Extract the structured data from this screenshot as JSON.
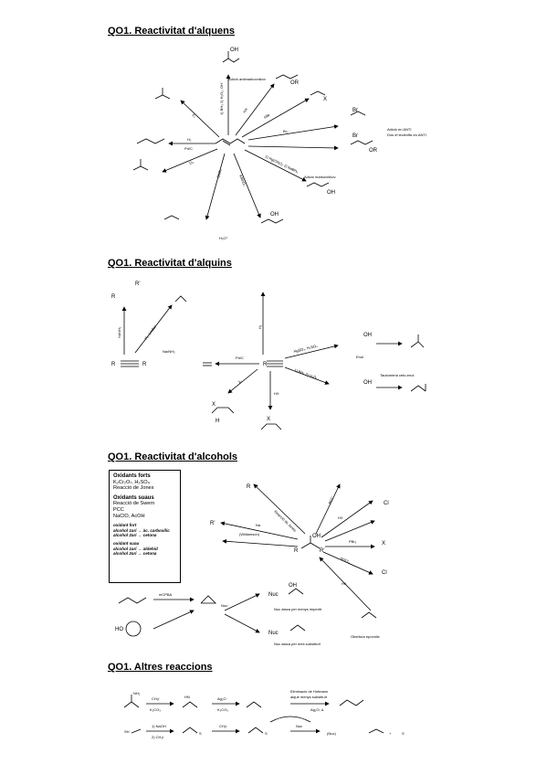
{
  "sections": [
    {
      "title": "QO1. Reactivitat d'alquens"
    },
    {
      "title": "QO1. Reactivitat d'alquins"
    },
    {
      "title": "QO1. Reactivitat d'alcohols"
    },
    {
      "title": "QO1. Altres reaccions"
    }
  ],
  "alkenes": {
    "top_reagent": "1) BH₃ 2) H₂O₂, OH⁻",
    "top_note": "Adició antimarkovnikov",
    "hx_label": "HX",
    "x2_label": "X₂",
    "hbr_label": "HBr",
    "br2_label": "Br₂",
    "rom_label": "1) Hg(OAc)₂ 2) NaBH₄",
    "rom_note": "Adició markovnikov",
    "h2_label": "H₂",
    "pdc_label": "Pd/C",
    "o3_label": "O₃",
    "kmno4_label": "KMnO₄",
    "oso4_label": "OsO₄",
    "h3o_label": "H₃O⁺",
    "side_note_1": "Adició en ANTI",
    "side_note_2": "Dos el·lectròfils en ANTI",
    "br_label": "Br",
    "or_label": "OR",
    "oh_label": "OH",
    "x_label": "X"
  },
  "alkynes": {
    "r_label": "R",
    "r2_label": "R'",
    "nanh2_label": "NaNH₂",
    "lindlar_label": "H₂, Lindlar",
    "nanh3_label": "Na/NH₃",
    "pdc_label": "Pd/C",
    "h2_label": "H₂",
    "hx_label": "HX",
    "x2_label": "X₂",
    "hgso4_label": "HgSO₄, H₂SO₄",
    "bh3_label": "1) BH₃ 2) H₂O₂",
    "enol_note": "Enol",
    "taut_note": "Tautomeria ceto-enol",
    "oh_label": "OH",
    "x_label": "X",
    "h_label": "H"
  },
  "alcohols_box": {
    "strong_title": "Oxidants forts",
    "strong_1": "K₂Cr₂O₇, H₂SO₄",
    "strong_2": "Reacció de Jones",
    "mild_title": "Oxidants suaus",
    "mild_1": "Reacció de Swern",
    "mild_2": "PCC",
    "mild_3": "NaClO, AcOH",
    "note_a1": "oxidant fort",
    "note_a2": "alcohol 1ari → àc. carboxílic",
    "note_a3": "alcohol 2ari → cetona",
    "note_b1": "oxidant suau",
    "note_b2": "alcohol 1ari → aldehíd",
    "note_b3": "alcohol 2ari → cetona"
  },
  "alcohols": {
    "oh_label": "OH",
    "r_label": "R",
    "r2_label": "R'",
    "hx_label": "HX",
    "pbr3_label": "PBr₃",
    "socl2_label": "SOCl₂",
    "na_label": "Na",
    "mcpba_label": "mCPBA",
    "nuc_label": "Nuc",
    "nuc_minus": "Nuc⁻",
    "cl_label": "Cl",
    "x_label": "X",
    "ho_label": "HO",
    "epox_note": "Obertura epoxídic",
    "ch_note": "(Williamson)",
    "sn2_note": "Nuc ataca per menys impedit",
    "sn1_note": "Nuc ataca per més substituït"
  },
  "others": {
    "nh2_label": "NH₂",
    "hn_label": "HN",
    "ch3i_label": "CH₃I",
    "k2co3_label": "K₂CO₃",
    "ag2o_label": "Ag₂O",
    "heat_label": "Ag₂O, Δ",
    "hofmann_note": "Eliminació de Hofmann",
    "alkene_note": "alquè menys substituït",
    "sh_label": "SH",
    "naoh_label": "1) NaOH",
    "ch3i2_label": "2) CH₃I",
    "ch3i3_label": "CH₃I",
    "s_label": "S",
    "nuc_label": "Nuc",
    "final_label": "(Nuc)",
    "plus_label": "+"
  }
}
